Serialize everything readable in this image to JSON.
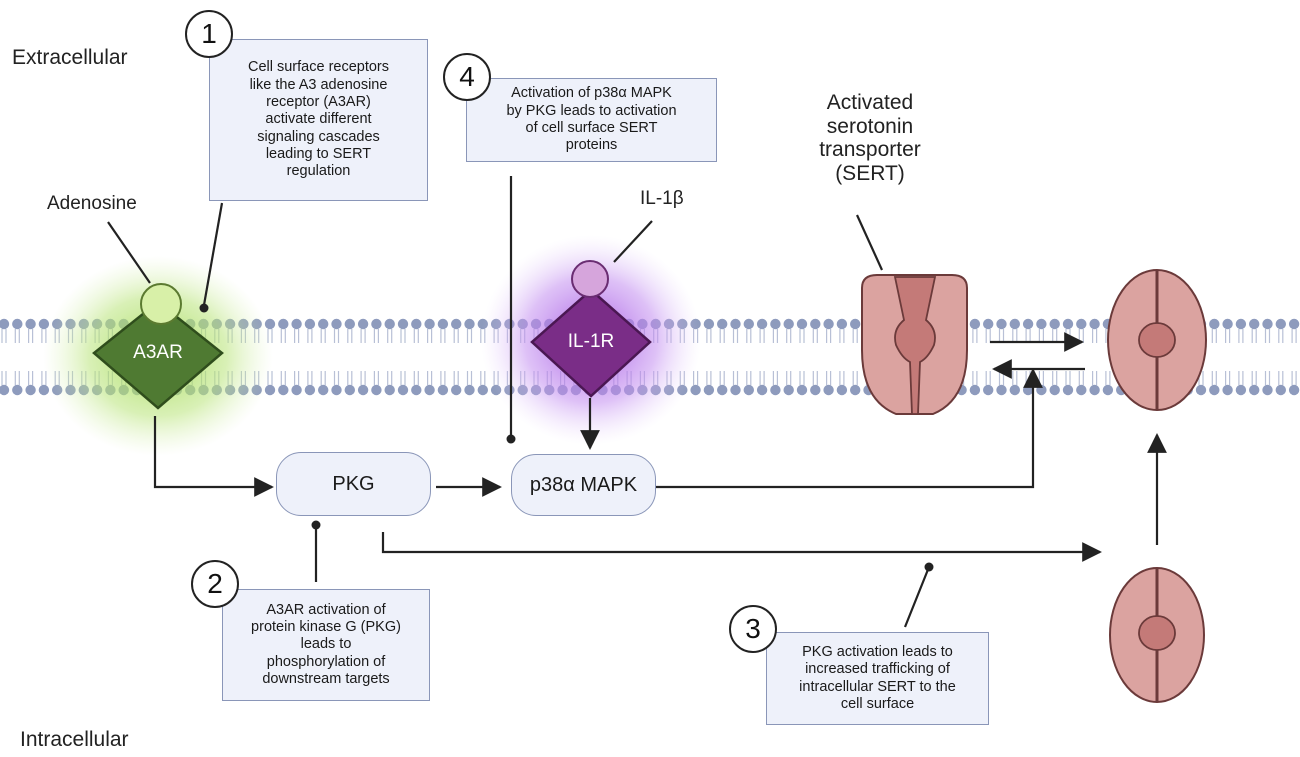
{
  "regions": {
    "extracellular": "Extracellular",
    "intracellular": "Intracellular"
  },
  "ligands": {
    "adenosine": "Adenosine",
    "il1b": "IL-1β"
  },
  "receptors": {
    "a3ar": "A3AR",
    "il1r": "IL-1R"
  },
  "nodes": {
    "pkg": "PKG",
    "p38": "p38α MAPK"
  },
  "sert_label": [
    "Activated",
    "serotonin",
    "transporter",
    "(SERT)"
  ],
  "callouts": [
    {
      "number": "1",
      "lines": [
        "Cell surface receptors",
        "like the A3 adenosine",
        "receptor (A3AR)",
        "activate different",
        "signaling cascades",
        "leading to SERT",
        "regulation"
      ]
    },
    {
      "number": "2",
      "lines": [
        "A3AR activation of",
        "protein kinase G (PKG)",
        "leads to",
        "phosphorylation of",
        "downstream targets"
      ]
    },
    {
      "number": "3",
      "lines": [
        "PKG activation leads to",
        "increased trafficking of",
        "intracellular SERT to the",
        "cell surface"
      ]
    },
    {
      "number": "4",
      "lines": [
        "Activation of p38α MAPK",
        "by PKG leads to activation",
        "of cell surface SERT",
        "proteins"
      ]
    }
  ],
  "colors": {
    "a3ar_fill": "#4f7a32",
    "a3ar_glow": "#9ed84a",
    "il1r_fill": "#7a2d87",
    "il1r_glow": "#a04ee0",
    "membrane_head": "#8e9bbd",
    "sert_fill": "#dba3a0",
    "sert_core": "#c47a78",
    "callout_fill": "#eef1fa",
    "callout_border": "#8a96b8"
  }
}
